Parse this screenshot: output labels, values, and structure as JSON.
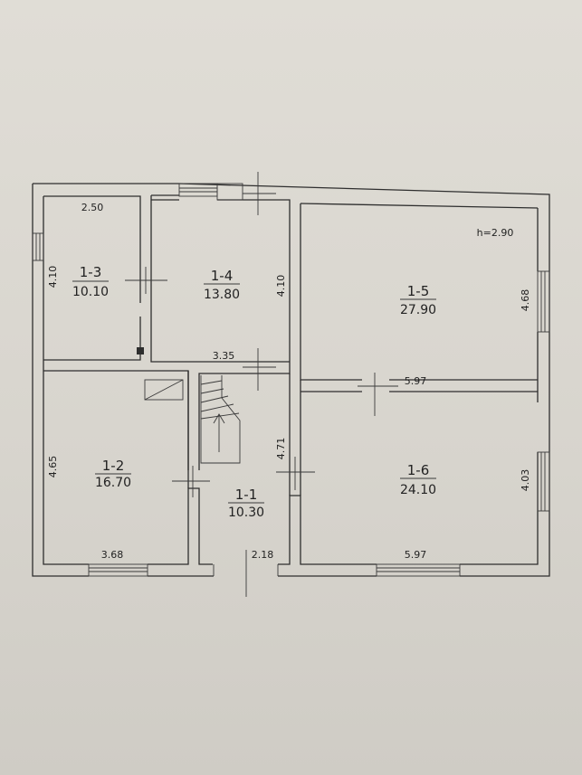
{
  "plan": {
    "ceiling_height": "h=2.90",
    "rooms": [
      {
        "id": "1-1",
        "area": "10.30"
      },
      {
        "id": "1-2",
        "area": "16.70"
      },
      {
        "id": "1-3",
        "area": "10.10"
      },
      {
        "id": "1-4",
        "area": "13.80"
      },
      {
        "id": "1-5",
        "area": "27.90"
      },
      {
        "id": "1-6",
        "area": "24.10"
      }
    ],
    "dimensions": {
      "r13_width": "2.50",
      "r13_depth": "4.10",
      "r14_depth": "4.10",
      "r14_width": "3.35",
      "r15_depth": "4.68",
      "r15_width": "5.97",
      "r12_depth": "4.65",
      "r12_width": "3.68",
      "r11_depth": "4.71",
      "r11_width": "2.18",
      "r16_depth": "4.03",
      "r16_width": "5.97"
    }
  }
}
